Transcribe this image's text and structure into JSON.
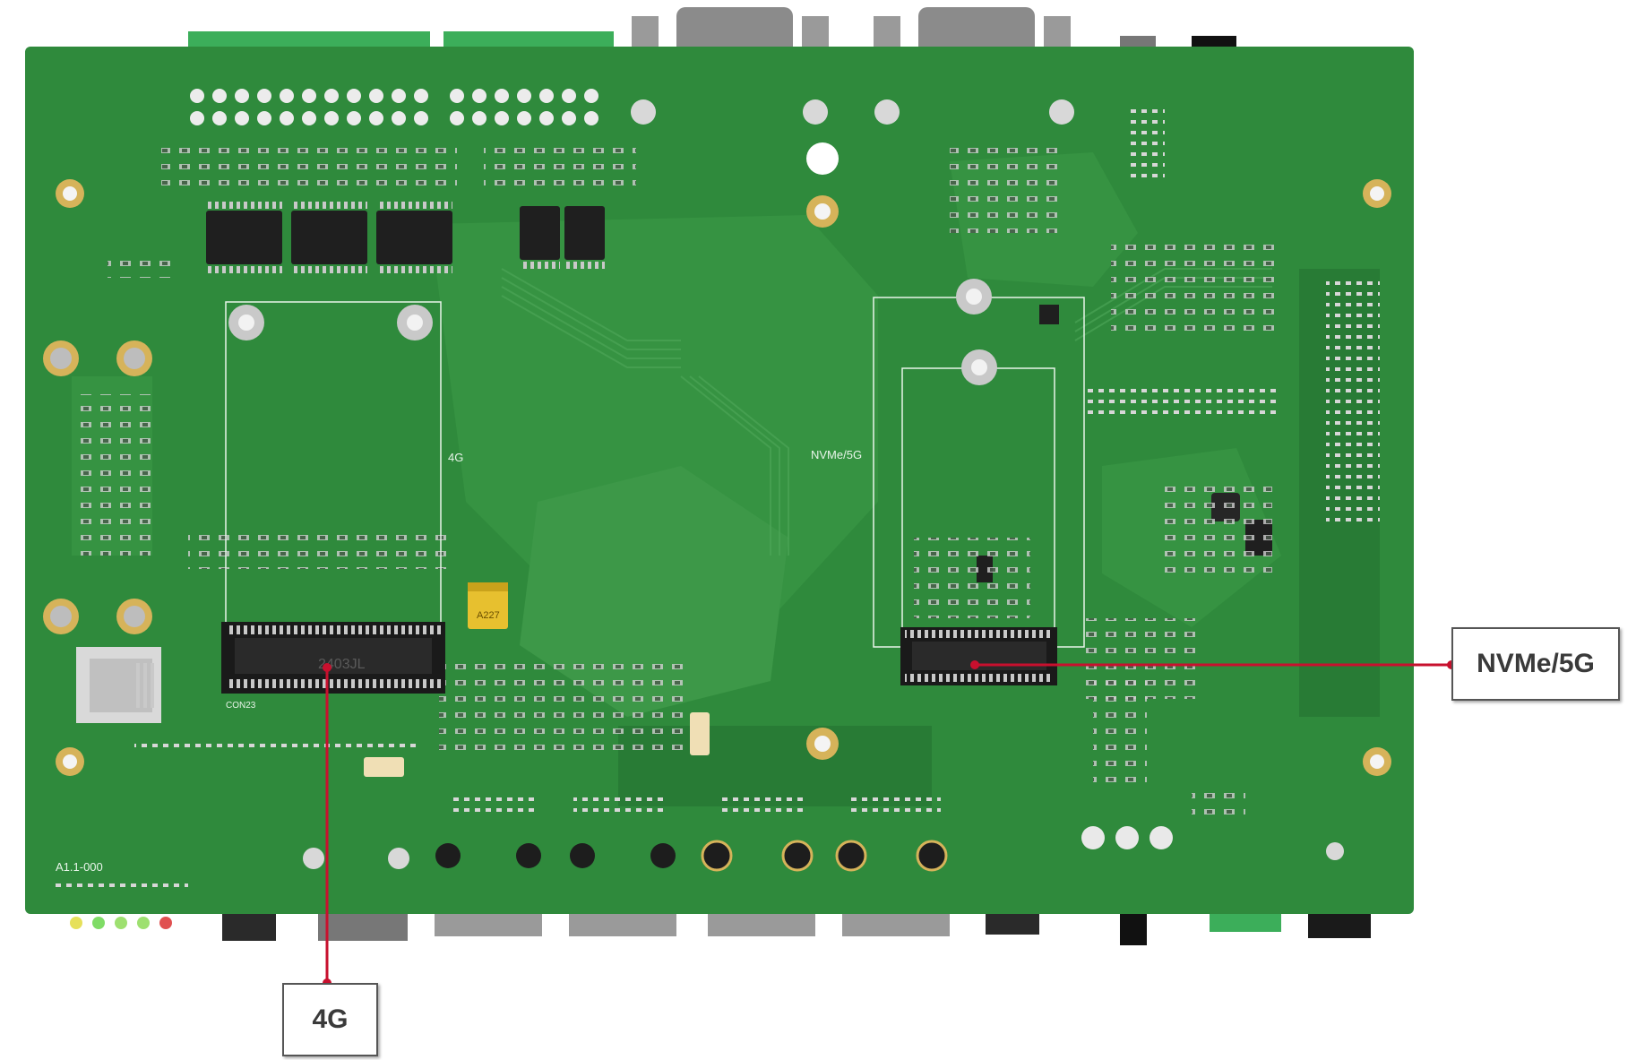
{
  "board": {
    "revision": "A1.1-000",
    "slot_4g_silk": "4G",
    "slot_nvme_silk": "NVMe/5G",
    "connector_4g_ref": "CON23",
    "connector_4g_marking": "2403JL",
    "cap_marking": "A227"
  },
  "callouts": [
    {
      "label": "NVMe/5G"
    },
    {
      "label": "4G"
    }
  ],
  "colors": {
    "pcb": "#2f8a3c",
    "pcb_dark": "#237030",
    "pcb_light": "#3c9b47",
    "silkscreen": "#e9f5ea",
    "leader_line": "#c8102e",
    "callout_border": "#555555"
  }
}
